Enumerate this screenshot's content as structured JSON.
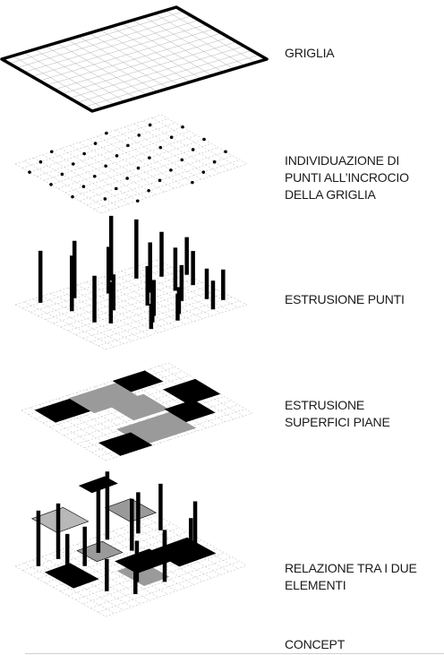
{
  "steps": [
    {
      "label": "GRIGLIA"
    },
    {
      "label": "INDIVIDUAZIONE DI\nPUNTI ALL’INCROCIO\nDELLA GRIGLIA"
    },
    {
      "label": "ESTRUSIONE PUNTI"
    },
    {
      "label": "ESTRUSIONE\nSUPERFICI PIANE"
    },
    {
      "label": "RELAZIONE TRA I DUE\nELEMENTI"
    }
  ],
  "footer": {
    "label": "CONCEPT"
  },
  "colors": {
    "ink": "#000000",
    "grid": "#b4b4b4",
    "grey": "#9a9a9a",
    "lightgrey": "#b8b8b8"
  }
}
